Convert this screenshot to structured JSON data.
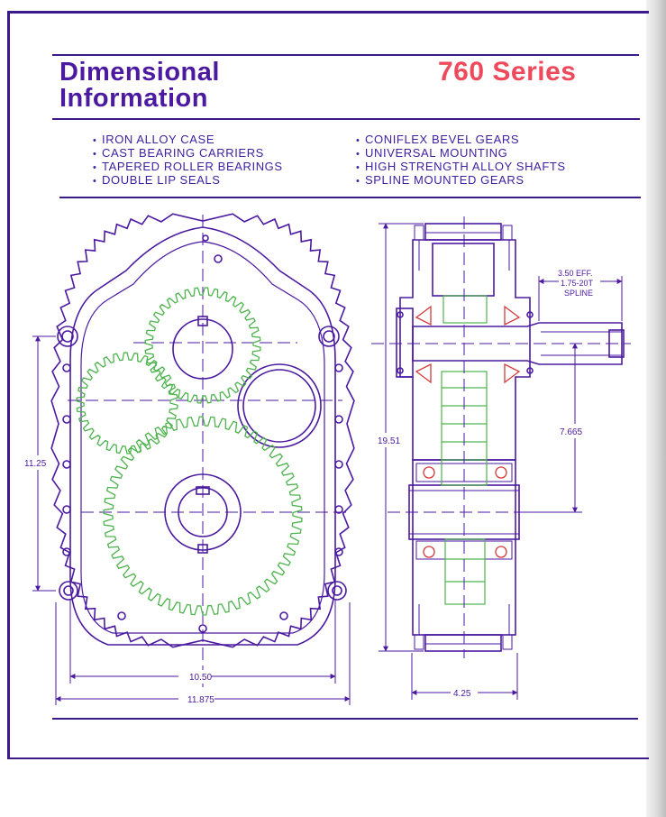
{
  "header": {
    "title_line1": "Dimensional",
    "title_line2": "Information",
    "series": "760 Series"
  },
  "features": {
    "left": [
      "IRON ALLOY CASE",
      "CAST BEARING CARRIERS",
      "TAPERED ROLLER BEARINGS",
      "DOUBLE LIP SEALS"
    ],
    "right": [
      "CONIFLEX BEVEL GEARS",
      "UNIVERSAL MOUNTING",
      "HIGH STRENGTH ALLOY SHAFTS",
      "SPLINE MOUNTED GEARS"
    ]
  },
  "front_view": {
    "dim_height": "11.25",
    "dim_inner_width": "10.50",
    "dim_outer_width": "11.875"
  },
  "side_view": {
    "dim_total_height": "19.51",
    "dim_shaft_height": "7.665",
    "dim_width": "4.25",
    "spline_line1": "3.50 EFF.",
    "spline_line2": "1.75-20T",
    "spline_line3": "SPLINE"
  },
  "colors": {
    "line": "#4b1aa0",
    "gear": "#4db34d",
    "bearing": "#d43a3a",
    "title": "#4b1aa0",
    "series": "#ee4a5c"
  }
}
